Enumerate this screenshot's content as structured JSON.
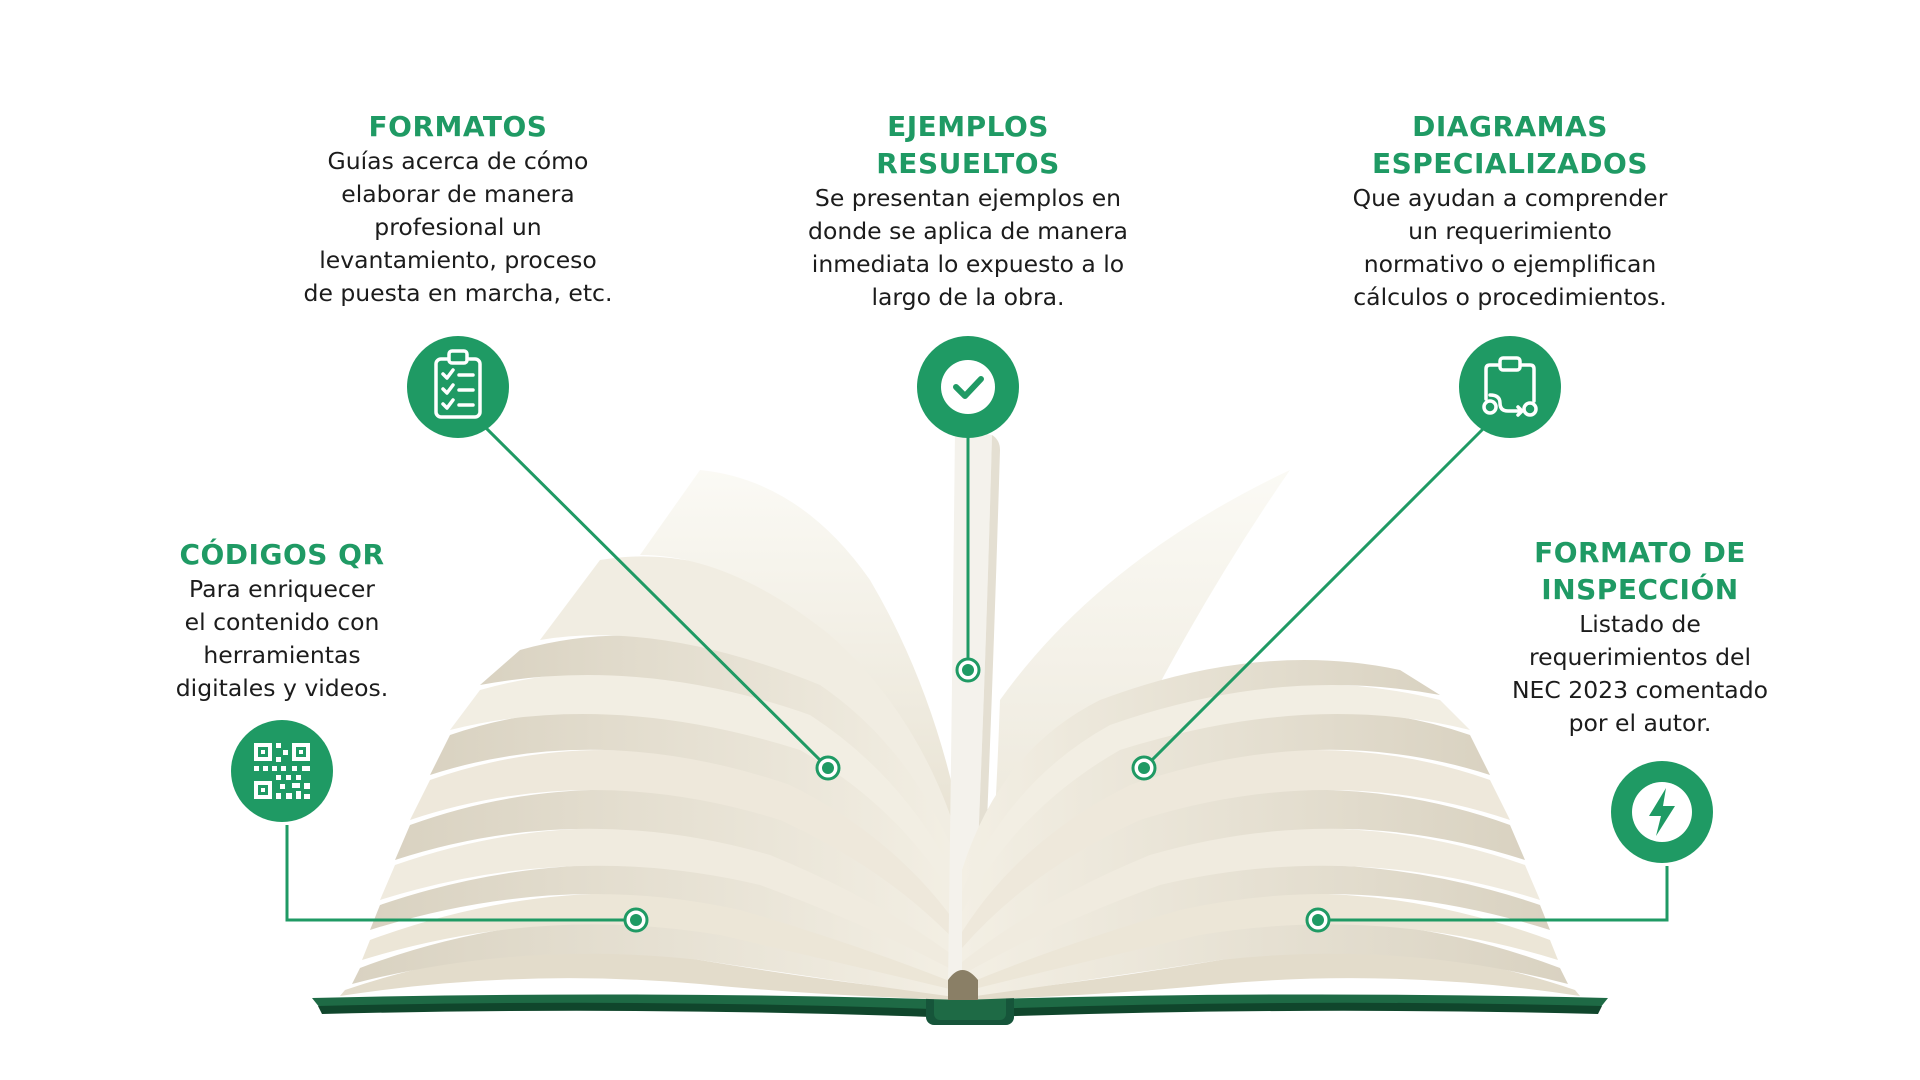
{
  "colors": {
    "accent": "#1f9a64",
    "text": "#1c1c1c",
    "page": "#f1ede1",
    "cover": "#1e6a45"
  },
  "features": {
    "formatos": {
      "title": "FORMATOS",
      "description": "Guías acerca de cómo\nelaborar de manera\nprofesional un\nlevantamiento, proceso\nde puesta en marcha, etc.",
      "icon": "clipboard-checklist-icon"
    },
    "ejemplos": {
      "title": "EJEMPLOS\nRESUELTOS",
      "description": "Se presentan ejemplos en\ndonde se aplica de manera\ninmediata lo expuesto a lo\nlargo de la obra.",
      "icon": "check-circle-icon"
    },
    "diagramas": {
      "title": "DIAGRAMAS\nESPECIALIZADOS",
      "description": "Que ayudan a comprender\nun requerimiento\nnormativo o ejemplifican\ncálculos o procedimientos.",
      "icon": "clipboard-flow-icon"
    },
    "codigos_qr": {
      "title": "CÓDIGOS QR",
      "description": "Para enriquecer\nel contenido con\nherramientas\ndigitales y videos.",
      "icon": "qr-code-icon"
    },
    "formato_inspeccion": {
      "title": "FORMATO DE\nINSPECCIÓN",
      "description": "Listado de\nrequerimientos del\nNEC 2023 comentado\npor el autor.",
      "icon": "lightning-bolt-icon"
    }
  }
}
